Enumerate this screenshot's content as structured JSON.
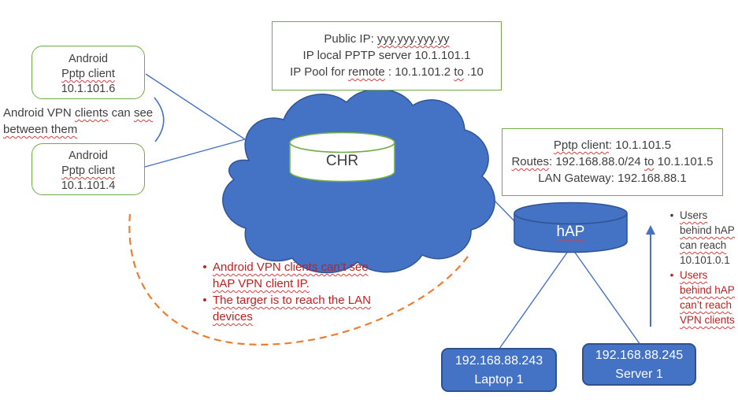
{
  "colors": {
    "shape_blue": "#4472C4",
    "shape_blue_border": "#2F528F",
    "green_border": "#70AD47",
    "orange_dash": "#ED7D31",
    "red_text": "#C02020",
    "text": "#3f3f3f"
  },
  "top_box": {
    "line1_prefix": "Public IP: ",
    "line1_ip": "yyy.yyy.yyy.yy",
    "line2": "IP local PPTP server 10.1.101.1",
    "line3_prefix": "IP Pool for ",
    "line3_remote": "remote",
    "line3_mid": " : 10.1.101.2 ",
    "line3_to": "to",
    "line3_suffix": " .10"
  },
  "android_box_1": {
    "line1": "Android",
    "line2": "Pptp client",
    "line3": "10.1.101.6"
  },
  "android_box_2": {
    "line1": "Android",
    "line2": "Pptp client",
    "line3": "10.1.101.4"
  },
  "left_note": {
    "seg1": "Android VPN ",
    "seg2": "clients",
    "seg3": " can ",
    "seg4": "see",
    "line2": "between them"
  },
  "cloud": {
    "label": "CHR"
  },
  "hap": {
    "label": "hAP"
  },
  "hap_box": {
    "line1_label": "Pptp client",
    "line1_value": ": 10.1.101.5",
    "line2_label": "Routes",
    "line2_mid": ": 192.168.88.0/24 ",
    "line2_to": "to",
    "line2_value": " 10.1.101.5",
    "line3": "LAN Gateway: 192.168.88.1"
  },
  "mid_notes": {
    "bullet": "•",
    "item1": "Android VPN clients can’t see hAP VPN client IP.",
    "item2": "The targer is to reach the LAN devices"
  },
  "right_notes": {
    "bullet": "•",
    "item1_wavy": "Users behind hAP can reach",
    "item1_plain": " 10.101.0.1",
    "item2": "Users behind hAP can’t reach VPN clients"
  },
  "laptop_box": {
    "line1": "192.168.88.243",
    "line2": "Laptop 1"
  },
  "server_box": {
    "line1": "192.168.88.245",
    "line2": "Server 1"
  }
}
